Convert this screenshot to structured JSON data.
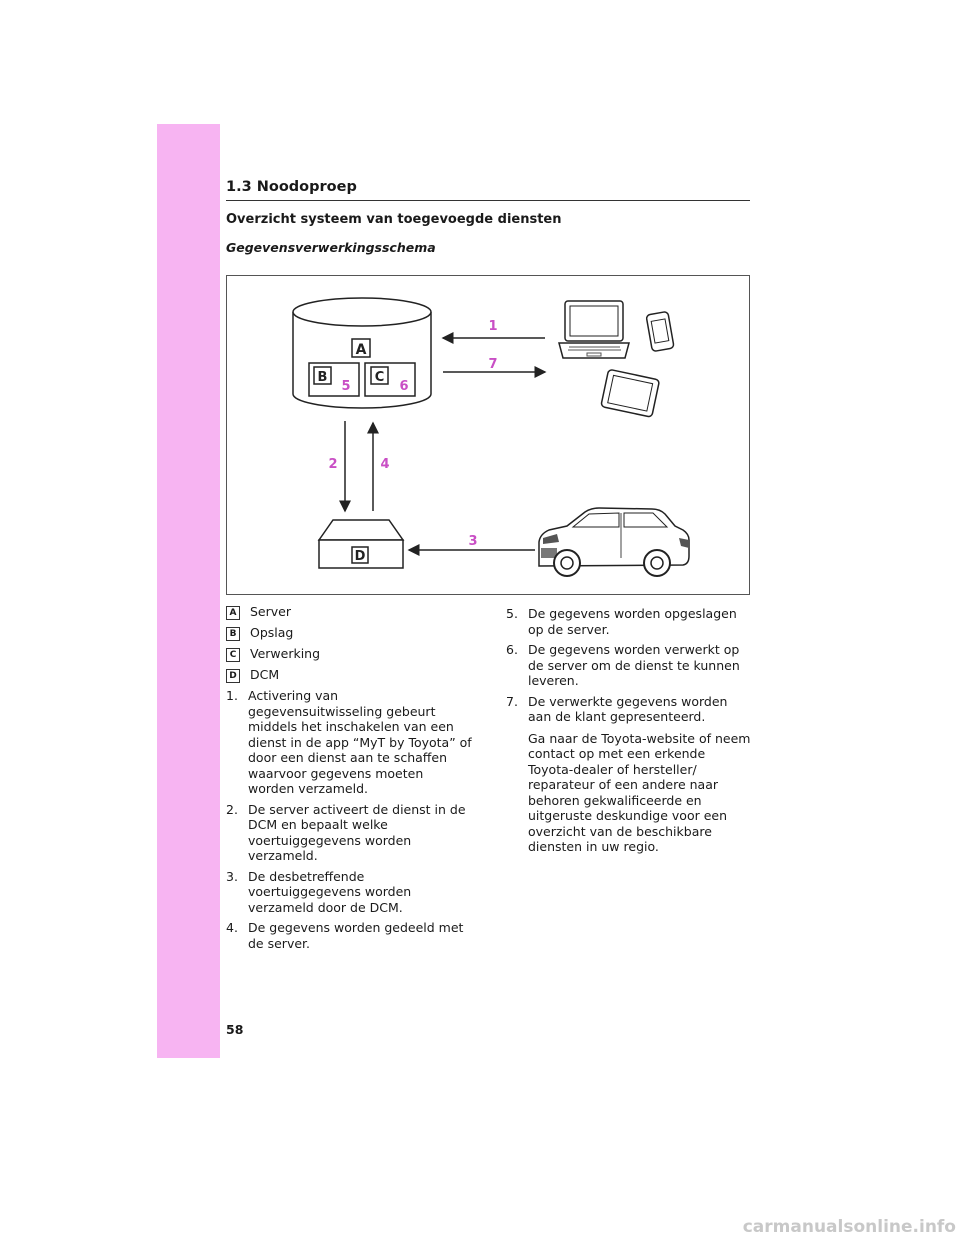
{
  "header": {
    "section": "1.3  Noodoproep"
  },
  "heading": "Overzicht systeem van toegevoegde diensten",
  "subheading": "Gegevensverwerkingsschema",
  "diagram": {
    "labels": {
      "A": "A",
      "B": "B",
      "C": "C",
      "D": "D"
    },
    "steps": [
      "1",
      "2",
      "3",
      "4",
      "5",
      "6",
      "7"
    ],
    "accent_color": "#c94fc5"
  },
  "legend": [
    {
      "key": "A",
      "label": "Server"
    },
    {
      "key": "B",
      "label": "Opslag"
    },
    {
      "key": "C",
      "label": "Verwerking"
    },
    {
      "key": "D",
      "label": "DCM"
    }
  ],
  "steps_left": [
    {
      "num": "1.",
      "text": "Activering van gegevensuitwisseling gebeurt middels het inschakelen van een dienst in de app “MyT by Toyota” of door een dienst aan te schaffen waarvoor gegevens moeten worden verzameld."
    },
    {
      "num": "2.",
      "text": "De server activeert de dienst in de DCM en bepaalt welke voertuiggegevens worden verzameld."
    },
    {
      "num": "3.",
      "text": "De desbetreffende voertuiggegevens worden verzameld door de DCM."
    },
    {
      "num": "4.",
      "text": "De gegevens worden gedeeld met de server."
    }
  ],
  "steps_right": [
    {
      "num": "5.",
      "text": "De gegevens worden opgeslagen op de server."
    },
    {
      "num": "6.",
      "text": "De gegevens worden verwerkt op de server om de dienst te kunnen leveren."
    },
    {
      "num": "7.",
      "text": "De verwerkte gegevens worden aan de klant gepresenteerd."
    }
  ],
  "note": "Ga naar de Toyota-website of neem contact op met een erkende Toyota-dealer of hersteller/ reparateur of een andere naar behoren gekwalificeerde en uitgeruste deskundige voor een overzicht van de beschikbare diensten in uw regio.",
  "page_number": "58",
  "watermark": "carmanualsonline.info"
}
